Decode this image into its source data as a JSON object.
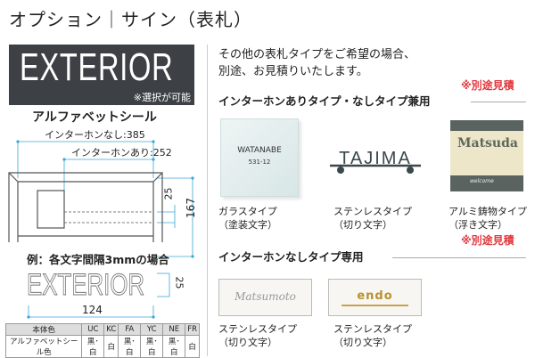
{
  "title": "オプション｜サイン（表札）",
  "sample": {
    "text": "EXTERIOR",
    "note": "※選択が可能"
  },
  "seal": {
    "heading": "アルファベットシール",
    "dim_without_intercom": "インターホンなし:385",
    "dim_with_intercom": "インターホンあり:252",
    "dim_25": "25",
    "dim_167": "167",
    "example_heading": "例：各文字間隔3mmの場合",
    "example_text": "EXTERIOR",
    "example_height": "25",
    "example_width": "124"
  },
  "color_table": {
    "headers": [
      "本体色",
      "UC",
      "KC",
      "FA",
      "YC",
      "NE",
      "FR"
    ],
    "row": [
      "アルファベットシール色",
      "黒･白",
      "白",
      "黒･白",
      "黒･白",
      "黒･白",
      "白"
    ]
  },
  "intro": [
    "その他の表札タイプをご希望の場合、",
    "別途、お見積りいたします。"
  ],
  "section1": {
    "estimate": "※別途見積",
    "heading": "インターホンありタイプ・なしタイプ兼用",
    "items": [
      {
        "name": "ガラスタイプ",
        "detail": "（塗装文字）",
        "plate_name": "WATANABE",
        "plate_number": "531-12"
      },
      {
        "name": "ステンレスタイプ",
        "detail": "（切り文字）",
        "plate_name": "TAJIMA"
      },
      {
        "name": "アルミ鋳物タイプ",
        "detail": "（浮き文字）",
        "plate_name": "Matsuda",
        "plate_sub": "welcome"
      }
    ]
  },
  "section2": {
    "estimate": "※別途見積",
    "heading": "インターホンなしタイプ専用",
    "items": [
      {
        "name": "ステンレスタイプ",
        "detail": "（切り文字）",
        "plate_name": "Matsumoto"
      },
      {
        "name": "ステンレスタイプ",
        "detail": "（切り文字）",
        "plate_name": "endo"
      }
    ]
  },
  "colors": {
    "accent_red": "#e0393e",
    "dark_plate": "#3d4145",
    "dim_line": "#3aa6d8"
  }
}
